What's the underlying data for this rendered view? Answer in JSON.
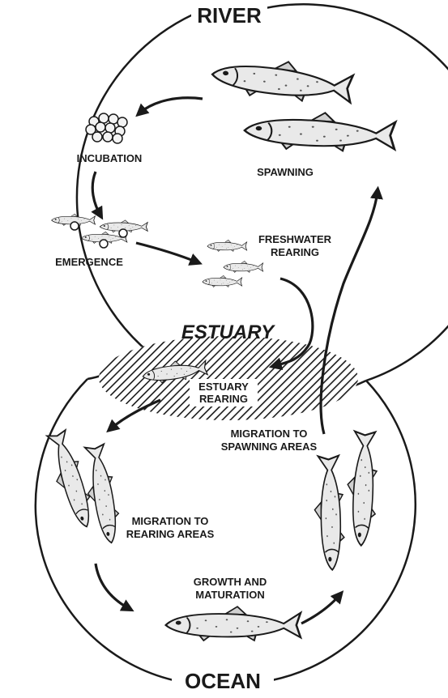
{
  "diagram": {
    "habitats": {
      "river": "RIVER",
      "estuary": "ESTUARY",
      "ocean": "OCEAN"
    },
    "stages": {
      "incubation": "INCUBATION",
      "spawning": "SPAWNING",
      "emergence": "EMERGENCE",
      "freshwater_rearing": [
        "FRESHWATER",
        "REARING"
      ],
      "estuary_rearing": [
        "ESTUARY",
        "REARING"
      ],
      "migration_spawning": [
        "MIGRATION TO",
        "SPAWNING AREAS"
      ],
      "migration_rearing": [
        "MIGRATION TO",
        "REARING AREAS"
      ],
      "growth": [
        "GROWTH AND",
        "MATURATION"
      ]
    },
    "colors": {
      "ink": "#1a1a1a",
      "fish_fill": "#e9e9e9",
      "background": "#ffffff"
    }
  }
}
